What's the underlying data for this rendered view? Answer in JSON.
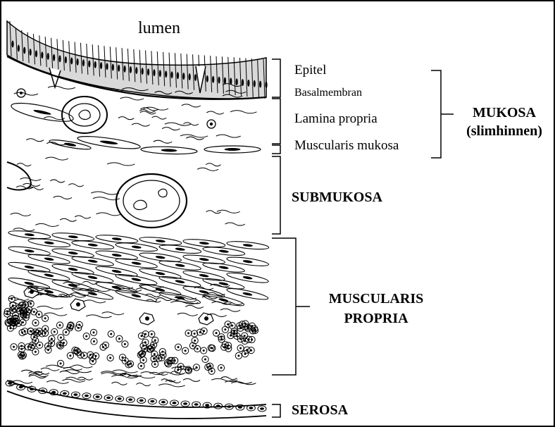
{
  "labels": {
    "lumen": "lumen",
    "epitel": "Epitel",
    "basalmembran": "Basalmembran",
    "lamina_propria": "Lamina propria",
    "muscularis_mukosa": "Muscularis mukosa",
    "mukosa_line1": "MUKOSA",
    "mukosa_line2": "(slimhinnen)",
    "submukosa": "SUBMUKOSA",
    "muscularis_propria_line1": "MUSCULARIS",
    "muscularis_propria_line2": "PROPRIA",
    "serosa": "SEROSA"
  }
}
